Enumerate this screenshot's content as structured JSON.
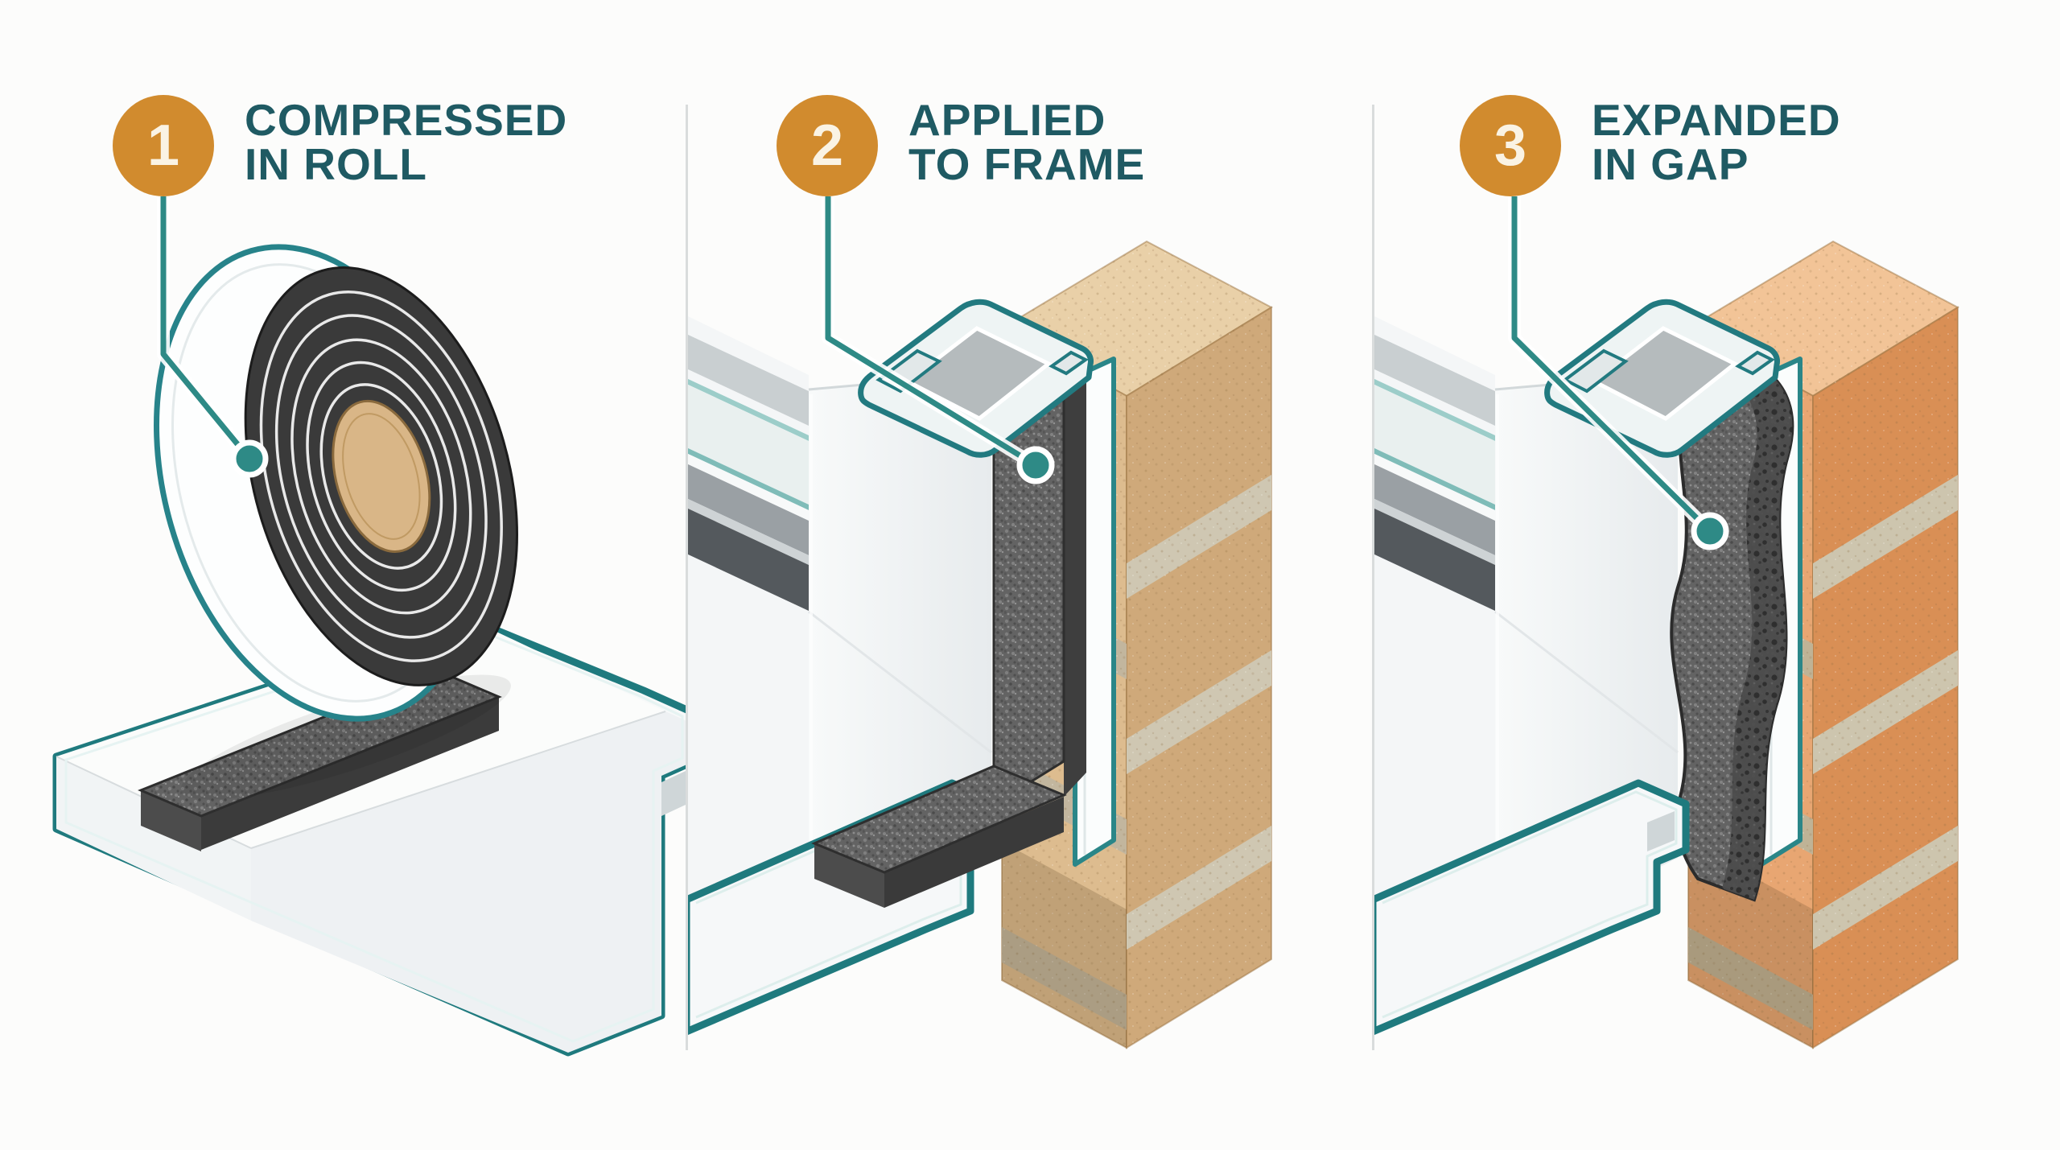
{
  "panels": [
    {
      "step": "1",
      "title_line1": "COMPRESSED",
      "title_line2": "IN ROLL",
      "marker_icon": "numbered-circle-badge",
      "scene": "compressed foam tape roll on white sill board"
    },
    {
      "step": "2",
      "title_line1": "APPLIED",
      "title_line2": "TO FRAME",
      "marker_icon": "numbered-circle-badge",
      "scene": "tape strip applied to window frame beside tan brick wall"
    },
    {
      "step": "3",
      "title_line1": "EXPANDED",
      "title_line2": "IN GAP",
      "marker_icon": "numbered-circle-badge",
      "scene": "foam expanded filling gap between frame and orange brick wall"
    }
  ],
  "colors": {
    "badge_orange": "#d18b2e",
    "badge_number": "#faf3e4",
    "heading_teal": "#1f5a63",
    "leader_teal": "#2e8a86",
    "outline_teal": "#1f7a7e",
    "divider_gray": "#d9dcdc",
    "tape_gray": "#636363",
    "brick_tan": "#ddbc8f",
    "brick_orange": "#e8a672",
    "roll_core_tan": "#d9b687",
    "background": "#fcfcfb"
  }
}
